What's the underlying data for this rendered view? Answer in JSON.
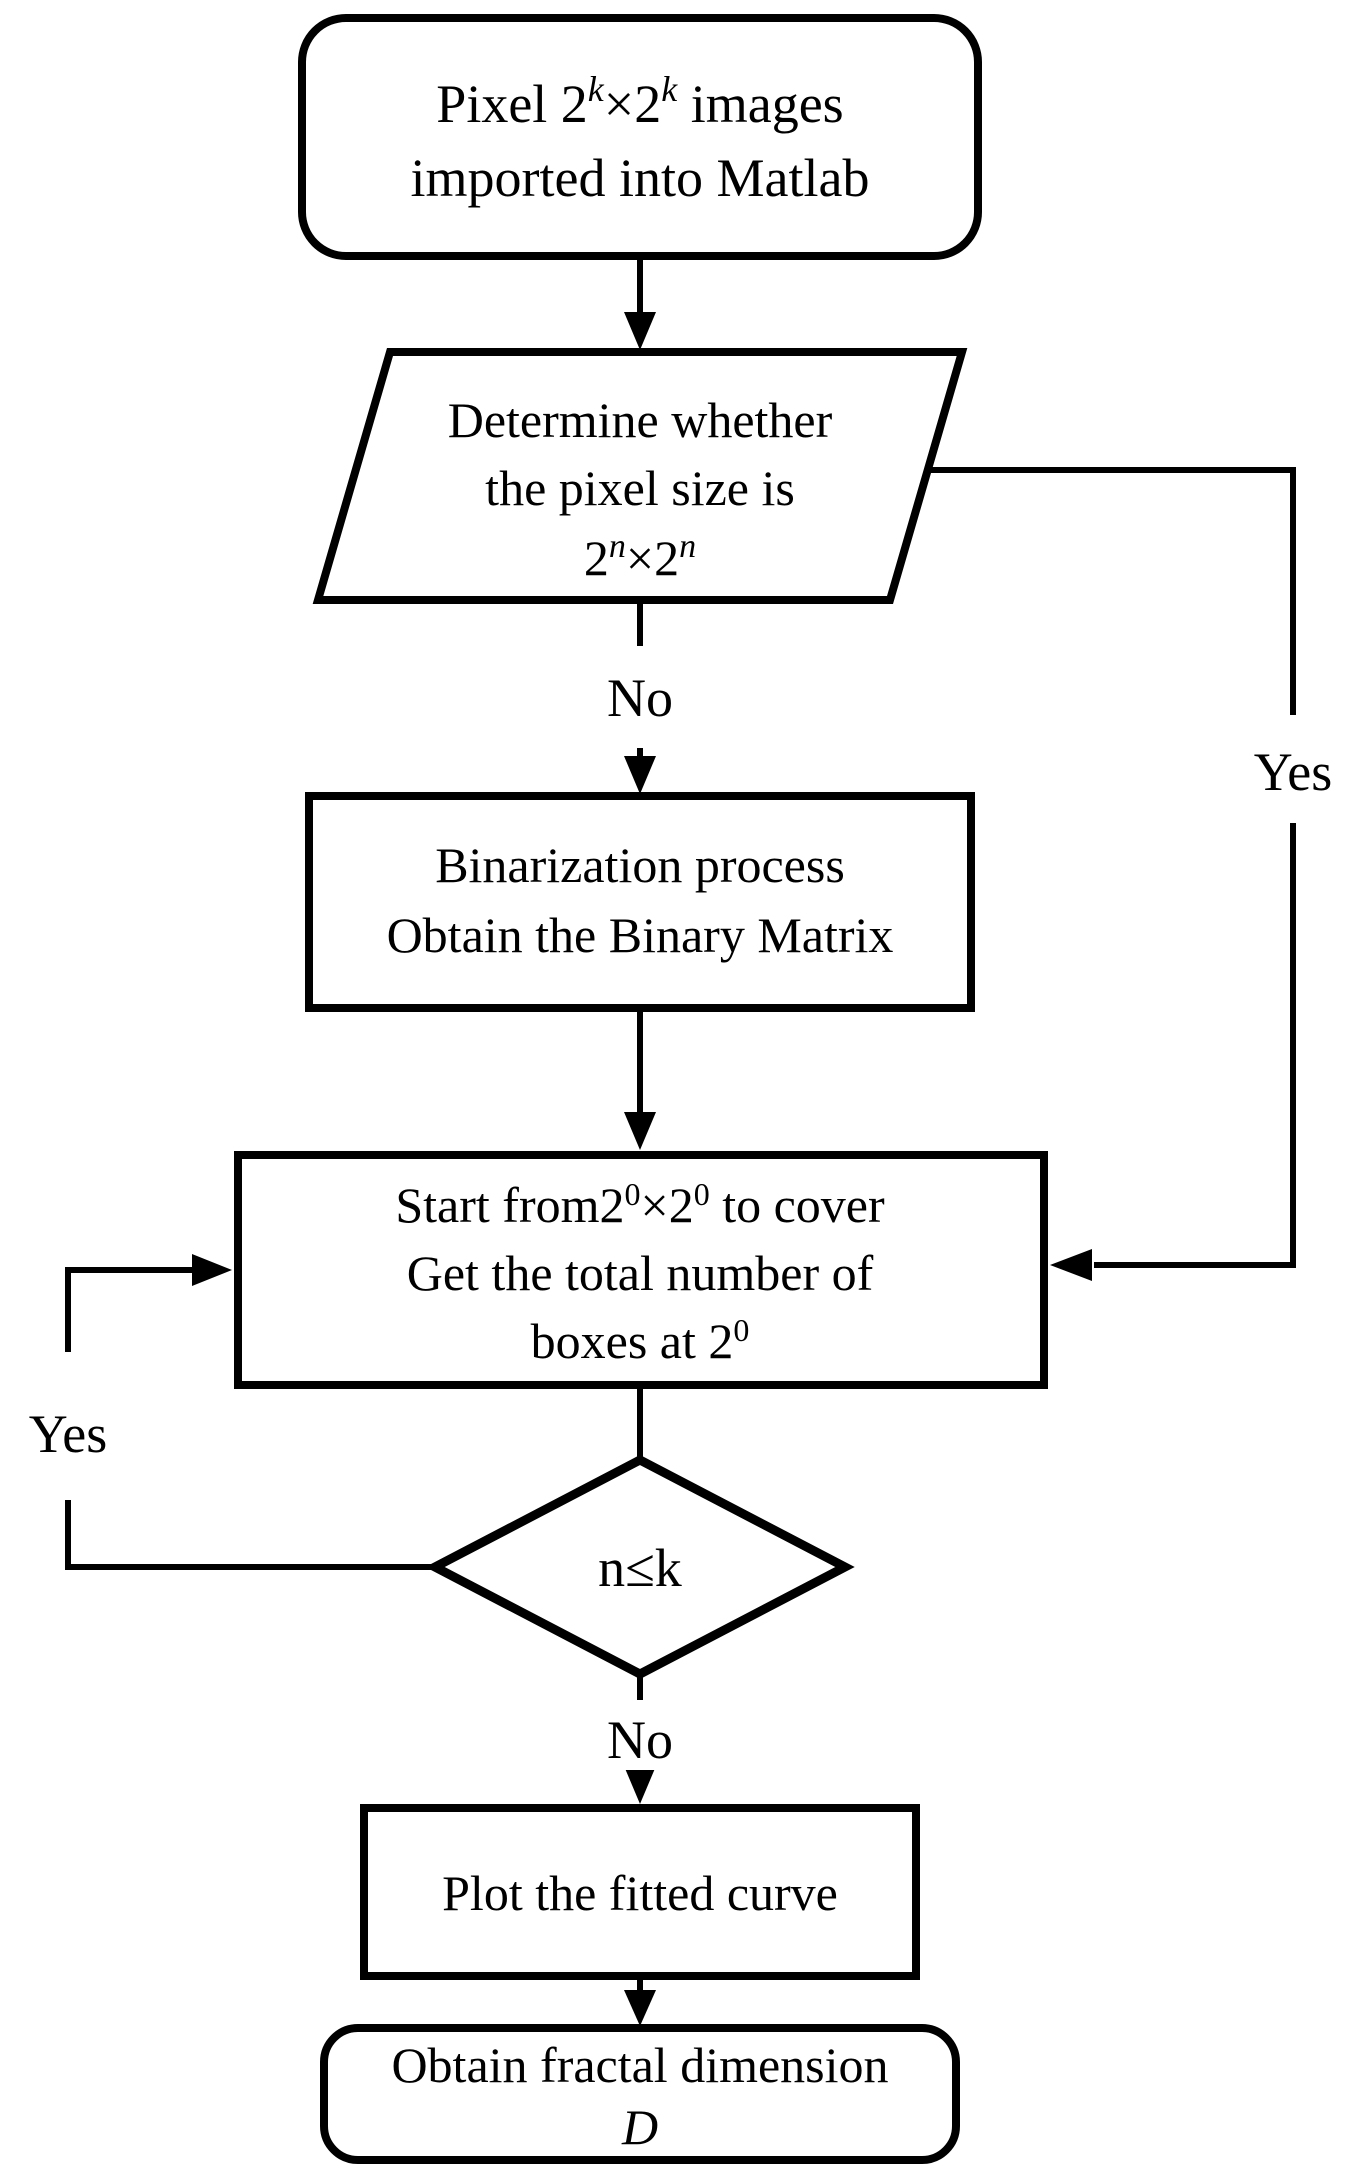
{
  "flowchart": {
    "description": "Box-counting fractal dimension calculation flowchart",
    "colors": {
      "ink": "#000000",
      "background": "#ffffff"
    },
    "nodes": {
      "import": {
        "shape": "rounded-rect",
        "l1a": "Pixel 2",
        "l1s1": "k",
        "l1b": "×2",
        "l1s2": "k",
        "l1c": " images",
        "l2": "imported into Matlab"
      },
      "check": {
        "shape": "parallelogram",
        "l1": "Determine whether",
        "l2": "the pixel size is",
        "l3a": "2",
        "l3s1": "n",
        "l3b": "×2",
        "l3s2": "n"
      },
      "binarize": {
        "shape": "rect",
        "l1": "Binarization process",
        "l2": "Obtain the Binary Matrix"
      },
      "cover": {
        "shape": "rect",
        "l1a": "Start from2",
        "l1s1": "0",
        "l1b": "×2",
        "l1s2": "0",
        "l1c": " to cover",
        "l2": "Get the total number of",
        "l3a": "boxes at 2",
        "l3s1": "0"
      },
      "decision": {
        "shape": "diamond",
        "label": "n≤k"
      },
      "plot": {
        "shape": "rect",
        "label": "Plot the fitted curve"
      },
      "result": {
        "shape": "rounded-rect",
        "l1": "Obtain fractal dimension",
        "l2": "D"
      }
    },
    "edge_labels": {
      "no1": "No",
      "yes_right": "Yes",
      "yes_left": "Yes",
      "no2": "No"
    }
  }
}
